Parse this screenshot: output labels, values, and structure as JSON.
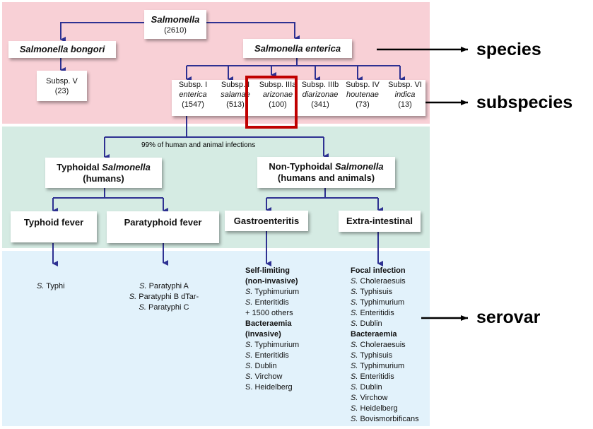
{
  "colors": {
    "species_band": "#f8d0d6",
    "subspecies_band": "#f8d0d6",
    "pathogen_band": "#d5ebe3",
    "serovar_band": "#e2f2fb",
    "connector": "#2e3192",
    "highlight": "#c00000"
  },
  "genus": {
    "name": "Salmonella",
    "count": "(2610)"
  },
  "bongori": {
    "name": "Salmonella bongori",
    "subsp": "Subsp. V",
    "count": "(23)"
  },
  "enterica": {
    "name": "Salmonella enterica"
  },
  "subspecies": [
    {
      "label": "Subsp. I",
      "name": "enterica",
      "count": "(1547)"
    },
    {
      "label": "Subsp. I",
      "name": "salamae",
      "count": "(513)"
    },
    {
      "label": "Subsp. IIIa",
      "name": "arizonae",
      "count": "(100)",
      "highlighted": true
    },
    {
      "label": "Subsp. IIIb",
      "name": "diarizonae",
      "count": "(341)"
    },
    {
      "label": "Subsp. IV",
      "name": "houtenae",
      "count": "(73)"
    },
    {
      "label": "Subsp. VI",
      "name": "indica",
      "count": "(13)"
    }
  ],
  "infections_note": "99% of human and animal infections",
  "typhoidal": {
    "pre": "Typhoidal ",
    "name": "Salmonella",
    "host": "(humans)"
  },
  "nontyphoidal": {
    "pre": "Non-Typhoidal ",
    "name": "Salmonella",
    "host": "(humans and animals)"
  },
  "diseases": [
    "Typhoid fever",
    "Paratyphoid fever",
    "Gastroenteritis",
    "Extra-intestinal"
  ],
  "side_labels": [
    "species",
    "subspecies",
    "serovar"
  ],
  "serovars": {
    "typhoid": [
      {
        "s": "S.",
        "n": " Typhi"
      }
    ],
    "paratyphoid": [
      {
        "s": "S.",
        "n": " Paratyphi A"
      },
      {
        "s": "S.",
        "n": " Paratyphi B dTar-"
      },
      {
        "s": "S.",
        "n": " Paratyphi C"
      }
    ],
    "gastro": [
      {
        "h": "Self-limiting"
      },
      {
        "h": "(non-invasive)"
      },
      {
        "s": "S.",
        "n": " Typhimurium"
      },
      {
        "s": "S.",
        "n": " Enteritidis"
      },
      {
        "n": "+ 1500 others"
      },
      {
        "h": "Bacteraemia"
      },
      {
        "h": "(invasive)"
      },
      {
        "s": "S.",
        "n": " Typhimurium"
      },
      {
        "s": "S.",
        "n": " Enteritidis"
      },
      {
        "s": "S.",
        "n": " Dublin"
      },
      {
        "s": "S.",
        "n": " Virchow"
      },
      {
        "n": "S. Heidelberg"
      }
    ],
    "extra": [
      {
        "h": "Focal infection"
      },
      {
        "s": "S.",
        "n": " Choleraesuis"
      },
      {
        "s": "S.",
        "n": " Typhisuis"
      },
      {
        "s": "S.",
        "n": " Typhimurium"
      },
      {
        "s": "S.",
        "n": " Enteritidis"
      },
      {
        "s": "S.",
        "n": " Dublin"
      },
      {
        "h": "Bacteraemia"
      },
      {
        "s": "S.",
        "n": " Choleraesuis"
      },
      {
        "s": "S.",
        "n": " Typhisuis"
      },
      {
        "s": "S.",
        "n": " Typhimurium"
      },
      {
        "s": "S.",
        "n": " Enteritidis"
      },
      {
        "s": "S.",
        "n": " Dublin"
      },
      {
        "s": "S.",
        "n": " Virchow"
      },
      {
        "s": "S.",
        "n": " Heidelberg"
      },
      {
        "s": "S.",
        "n": " Bovismorbificans"
      }
    ]
  }
}
